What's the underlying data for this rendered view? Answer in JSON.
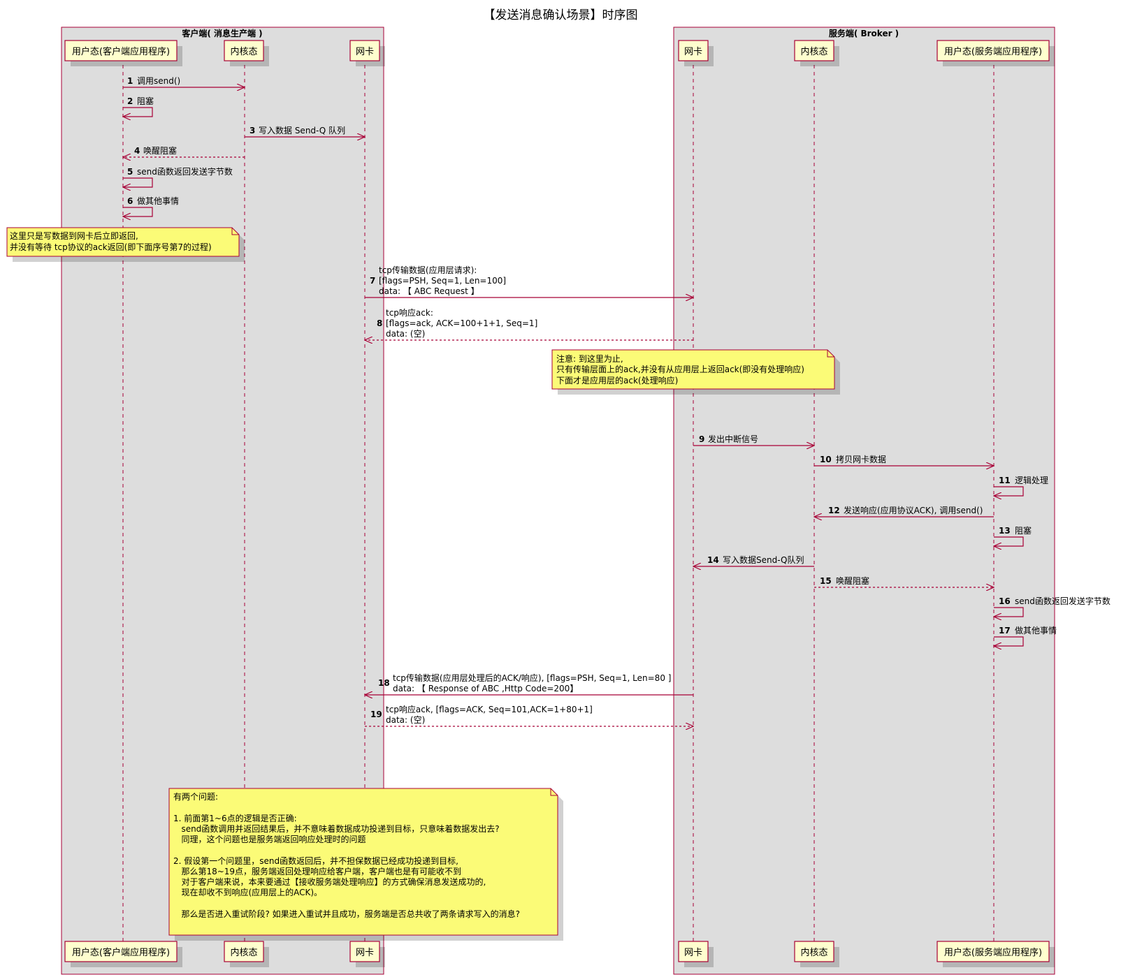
{
  "title": "【发送消息确认场景】时序图",
  "colors": {
    "arrow": "#A80036",
    "lifeline": "#A80036",
    "boxFill": "#DDDDDD",
    "boxStroke": "#A80036",
    "participantFill": "#FEFECE",
    "noteFill": "#FBFB77"
  },
  "boxes": [
    {
      "label": "客户端( 消息生产端 )"
    },
    {
      "label": "服务端( Broker )"
    }
  ],
  "participants": [
    {
      "label": "用户态(客户端应用程序)"
    },
    {
      "label": "内核态"
    },
    {
      "label": "网卡"
    },
    {
      "label": "网卡"
    },
    {
      "label": "内核态"
    },
    {
      "label": "用户态(服务端应用程序)"
    }
  ],
  "messages": [
    {
      "num": "1",
      "lines": [
        "调用send()"
      ],
      "from": 0,
      "to": 1,
      "dashed": false
    },
    {
      "num": "2",
      "lines": [
        "阻塞"
      ],
      "from": 0,
      "to": 0,
      "dashed": false
    },
    {
      "num": "3",
      "lines": [
        "写入数据 Send-Q 队列"
      ],
      "from": 1,
      "to": 2,
      "dashed": false
    },
    {
      "num": "4",
      "lines": [
        "唤醒阻塞"
      ],
      "from": 1,
      "to": 0,
      "dashed": true
    },
    {
      "num": "5",
      "lines": [
        "send函数返回发送字节数"
      ],
      "from": 0,
      "to": 0,
      "dashed": false
    },
    {
      "num": "6",
      "lines": [
        "做其他事情"
      ],
      "from": 0,
      "to": 0,
      "dashed": false
    },
    {
      "num": "7",
      "lines": [
        "tcp传输数据(应用层请求):",
        "[flags=PSH, Seq=1, Len=100]",
        "data: 【 ABC Request 】"
      ],
      "from": 2,
      "to": 3,
      "dashed": false
    },
    {
      "num": "8",
      "lines": [
        "tcp响应ack:",
        "[flags=ack, ACK=100+1+1, Seq=1]",
        "data: (空)"
      ],
      "from": 3,
      "to": 2,
      "dashed": true
    },
    {
      "num": "9",
      "lines": [
        "发出中断信号"
      ],
      "from": 3,
      "to": 4,
      "dashed": false
    },
    {
      "num": "10",
      "lines": [
        "拷贝网卡数据"
      ],
      "from": 4,
      "to": 5,
      "dashed": false
    },
    {
      "num": "11",
      "lines": [
        "逻辑处理"
      ],
      "from": 5,
      "to": 5,
      "dashed": false
    },
    {
      "num": "12",
      "lines": [
        "发送响应(应用协议ACK), 调用send()"
      ],
      "from": 5,
      "to": 4,
      "dashed": false
    },
    {
      "num": "13",
      "lines": [
        "阻塞"
      ],
      "from": 5,
      "to": 5,
      "dashed": false
    },
    {
      "num": "14",
      "lines": [
        "写入数据Send-Q队列"
      ],
      "from": 4,
      "to": 3,
      "dashed": false
    },
    {
      "num": "15",
      "lines": [
        "唤醒阻塞"
      ],
      "from": 4,
      "to": 5,
      "dashed": true
    },
    {
      "num": "16",
      "lines": [
        "send函数返回发送字节数"
      ],
      "from": 5,
      "to": 5,
      "dashed": false
    },
    {
      "num": "17",
      "lines": [
        "做其他事情"
      ],
      "from": 5,
      "to": 5,
      "dashed": false
    },
    {
      "num": "18",
      "lines": [
        "tcp传输数据(应用层处理后的ACK/响应), [flags=PSH, Seq=1, Len=80 ]",
        "data: 【 Response of ABC ,Http Code=200】"
      ],
      "from": 3,
      "to": 2,
      "dashed": false
    },
    {
      "num": "19",
      "lines": [
        "tcp响应ack, [flags=ACK, Seq=101,ACK=1+80+1]",
        "data: (空)"
      ],
      "from": 2,
      "to": 3,
      "dashed": true
    }
  ],
  "notes": [
    {
      "lines": [
        "这里只是写数据到网卡后立即返回,",
        "并没有等待 tcp协议的ack返回(即下面序号第7的过程)"
      ]
    },
    {
      "lines": [
        "注意: 到这里为止,",
        "只有传输层面上的ack,并没有从应用层上返回ack(即没有处理响应)",
        "下面才是应用层的ack(处理响应)"
      ]
    },
    {
      "lines": [
        "有两个问题:",
        "",
        "1. 前面第1~6点的逻辑是否正确:",
        "   send函数调用并返回结果后，并不意味着数据成功投递到目标，只意味着数据发出去?",
        "   同理，这个问题也是服务端返回响应处理时的问题",
        "",
        "2. 假设第一个问题里，send函数返回后，并不担保数据已经成功投递到目标,",
        "   那么第18~19点，服务端返回处理响应给客户端，客户端也是有可能收不到",
        "   对于客户端来说，本来要通过【接收服务端处理响应】的方式确保消息发送成功的,",
        "   现在却收不到响应(应用层上的ACK)。",
        "",
        "   那么是否进入重试阶段? 如果进入重试并且成功，服务端是否总共收了两条请求写入的消息?"
      ]
    }
  ]
}
